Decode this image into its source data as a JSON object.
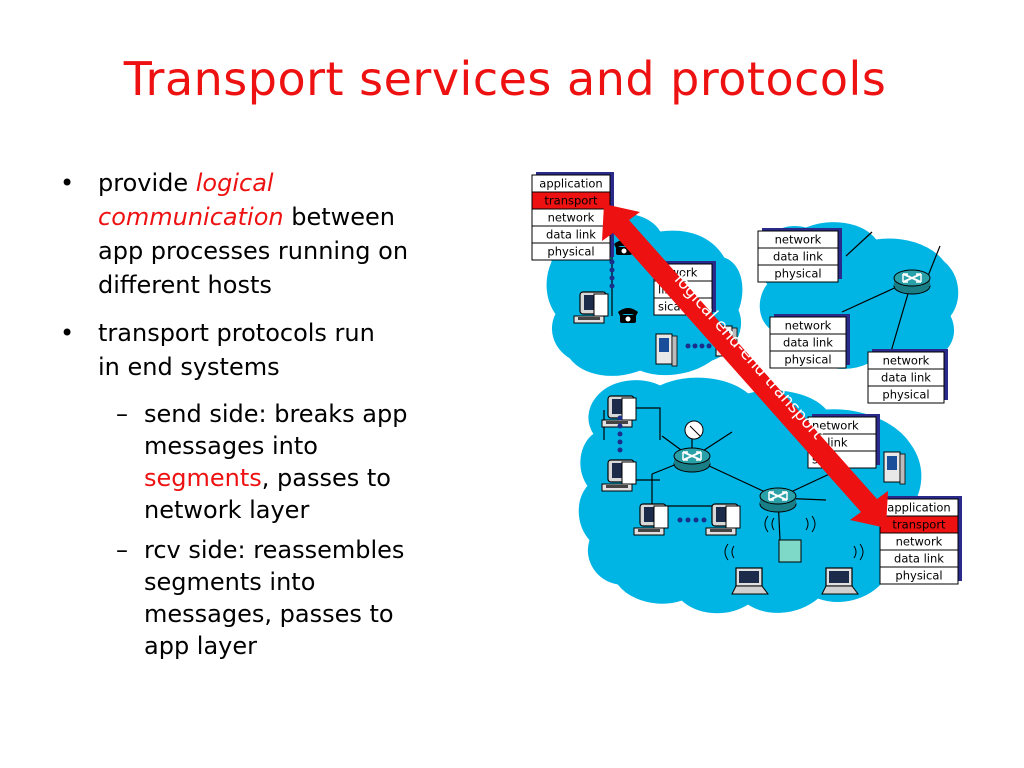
{
  "slide": {
    "title": "Transport services and protocols",
    "bullet1": {
      "prefix": "provide ",
      "em1": "logical",
      "em2": "communication",
      "rest1": " between",
      "rest2": "app processes running on",
      "rest3": "different hosts"
    },
    "bullet2": {
      "line1": "transport protocols run",
      "line2": "in end systems"
    },
    "sub1": {
      "line1": "send side: breaks app",
      "line2": "messages into",
      "em": "segments",
      "line3rest": ", passes to",
      "line4": "network layer"
    },
    "sub2": {
      "line1": "rcv side: reassembles",
      "line2": "segments into",
      "line3": "messages, passes to",
      "line4": "app layer"
    },
    "bullet_char": "•",
    "dash_char": "–"
  },
  "diagram": {
    "arrow_label": "logical end-end transport",
    "layers": {
      "application": "application",
      "transport": "transport",
      "network": "network",
      "data_link": "data link",
      "physical": "physical"
    },
    "partial_layers": {
      "network": "etwork",
      "data_link": "link",
      "data_link_b": "ta link",
      "physical": "sical"
    },
    "colors": {
      "network_fill": "#00b4e4",
      "arrow": "#ee1111",
      "stack_shadow": "#2a2a8a",
      "highlight": "#ee1111"
    }
  }
}
